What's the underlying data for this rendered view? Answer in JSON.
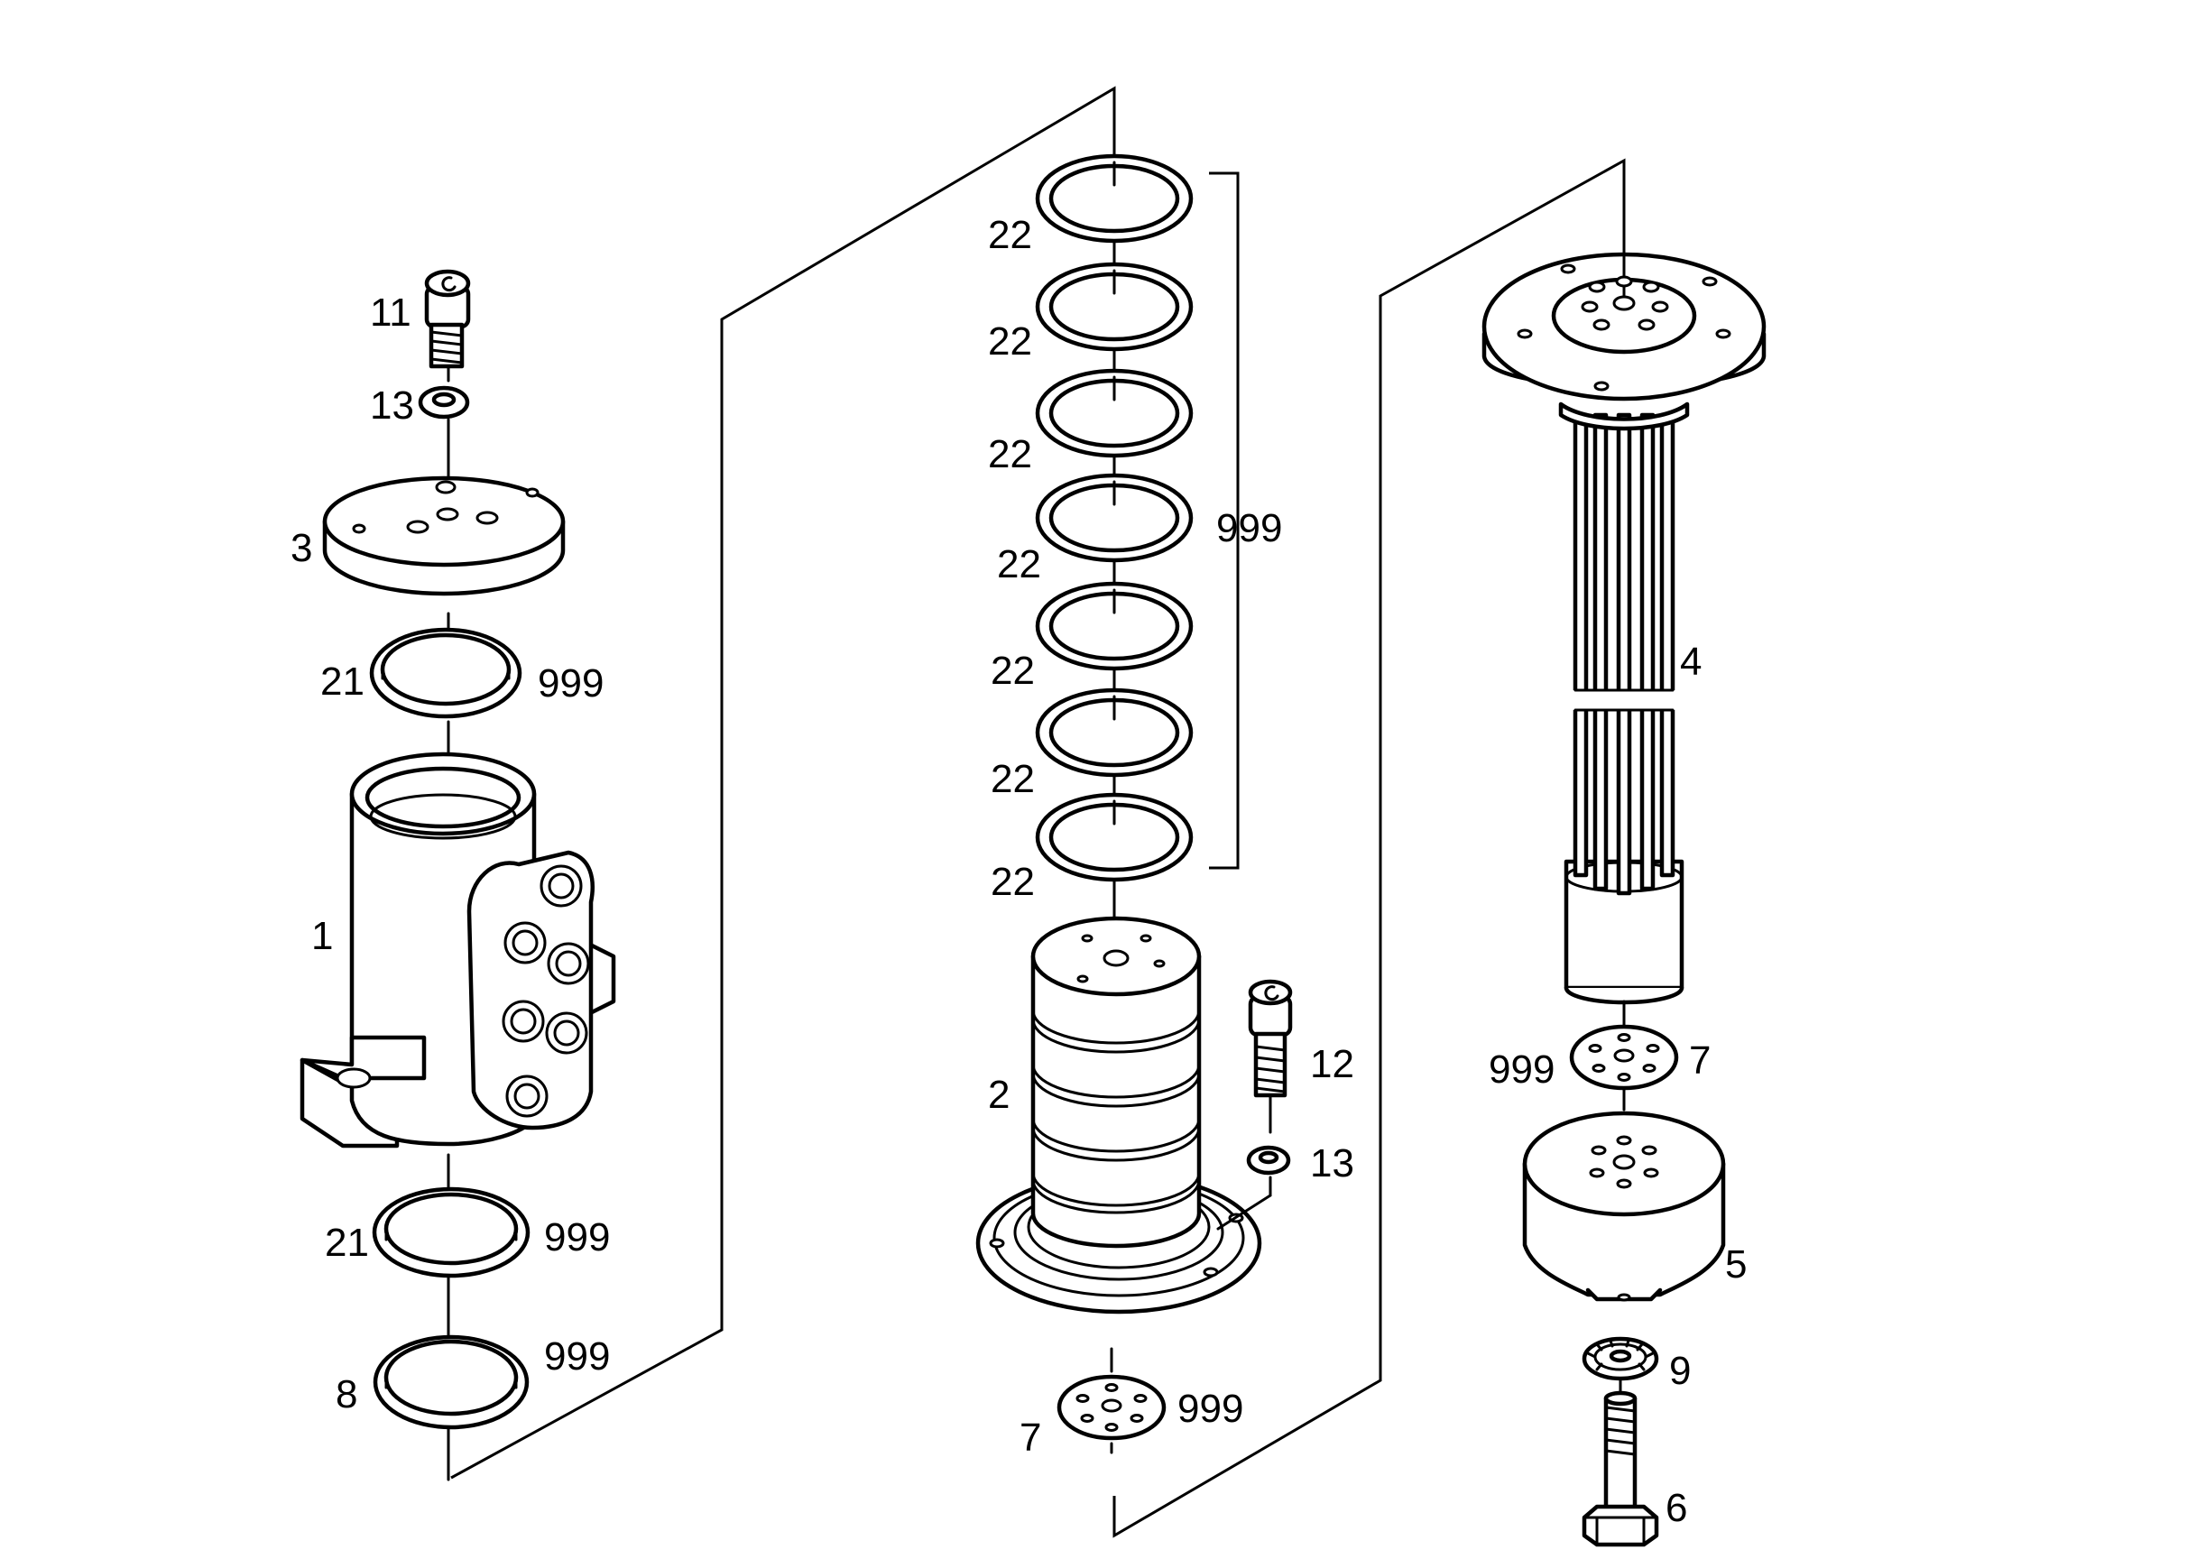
{
  "labels": {
    "p1": "1",
    "p2": "2",
    "p3": "3",
    "p4": "4",
    "p5": "5",
    "p6": "6",
    "p7a": "7",
    "p7b": "7",
    "p8": "8",
    "p9": "9",
    "p11": "11",
    "p12": "12",
    "p13a": "13",
    "p13b": "13",
    "p21a": "21",
    "p21b": "21",
    "p22_1": "22",
    "p22_2": "22",
    "p22_3": "22",
    "p22_4": "22",
    "p22_5": "22",
    "p22_6": "22",
    "p22_7": "22",
    "k_ring21a": "999",
    "k_ring21b": "999",
    "k_ring8": "999",
    "k_ring22": "999",
    "k_disc7a": "999",
    "k_disc7b": "999"
  }
}
